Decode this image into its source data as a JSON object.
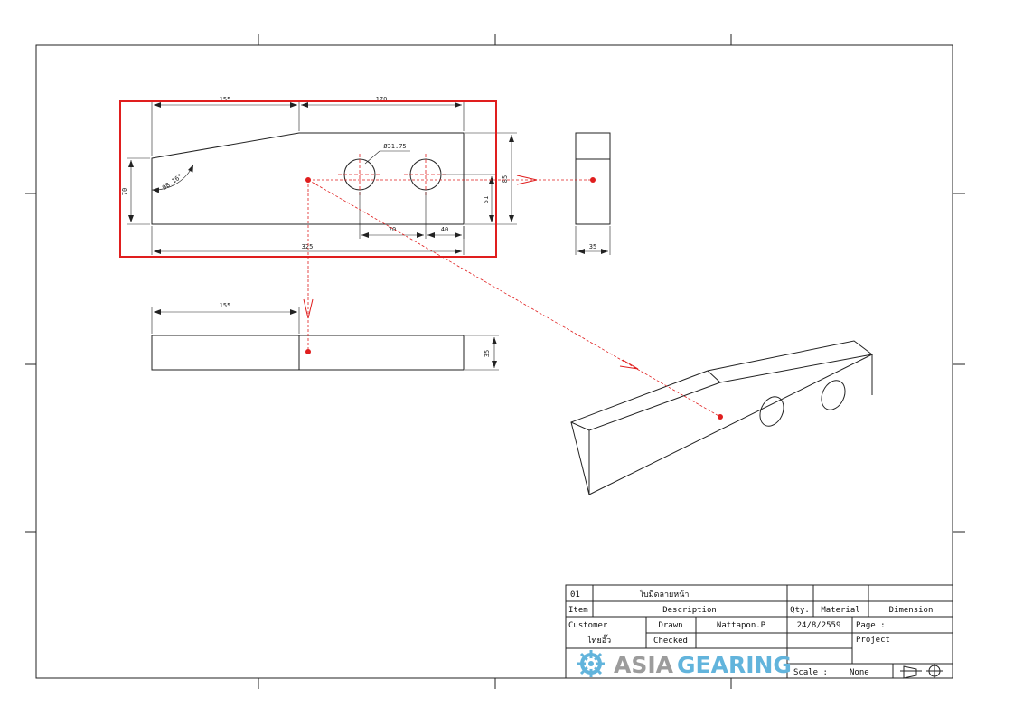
{
  "dimensions": {
    "top_left_width": "155",
    "top_right_width": "170",
    "hole_diameter": "Ø31.75",
    "angle": "98.16°",
    "left_height": "70",
    "hole_center_height": "51",
    "right_height": "85",
    "hole_spacing": "70",
    "hole_edge_offset": "40",
    "overall_length": "325",
    "side_thickness": "35",
    "bottom_width": "155",
    "bottom_thickness": "35"
  },
  "title_block": {
    "item_no": "01",
    "part_name": "ใบมีดลายหน้า",
    "col_item": "Item",
    "col_description": "Description",
    "col_qty": "Qty.",
    "col_material": "Material",
    "col_dimension": "Dimension",
    "customer_label": "Customer",
    "customer_value": "ไทยอี๊ว",
    "drawn_label": "Drawn",
    "drawn_by": "Nattapon.P",
    "date": "24/8/2559",
    "page_label": "Page  :",
    "checked_label": "Checked",
    "project_label": "Project",
    "scale_label": "Scale  :",
    "scale_value": "None",
    "logo_word1": "ASIA",
    "logo_word2": "GEARING"
  },
  "colors": {
    "selection": "#e01e1e",
    "logo_gray": "#9c9c9c",
    "logo_blue": "#62b4dc"
  }
}
